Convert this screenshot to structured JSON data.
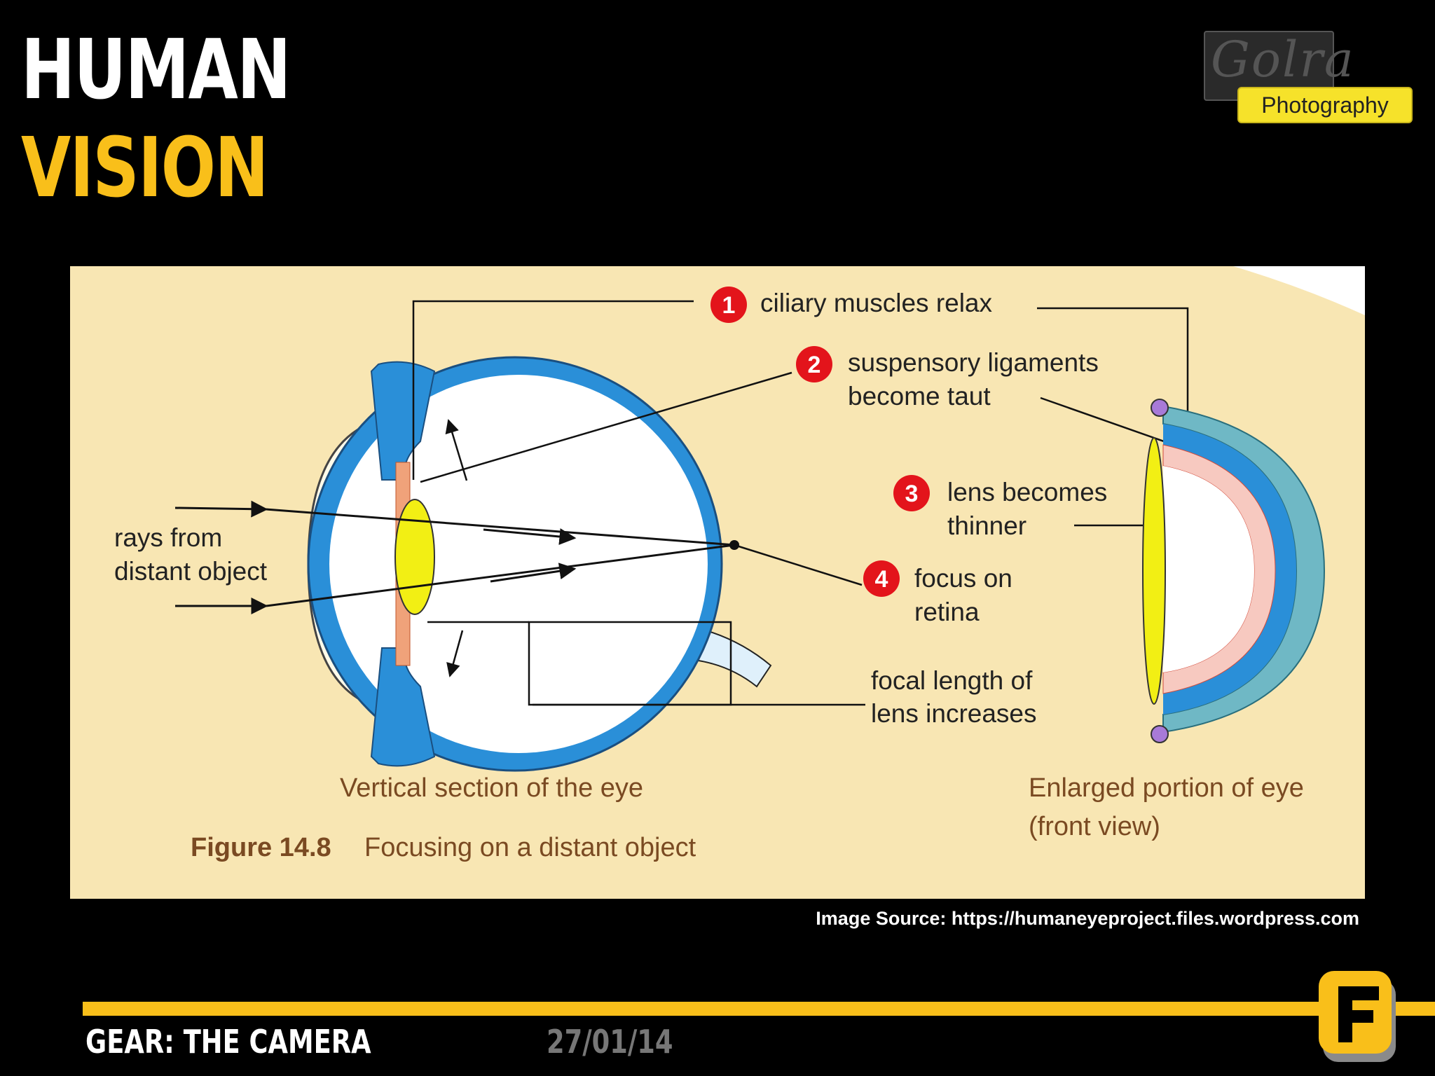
{
  "slide": {
    "title_line1": "HUMAN",
    "title_line2": "VISION",
    "logo_script": "Golra",
    "logo_tag": "Photography",
    "image_source": "Image Source: https://humaneyeproject.files.wordpress.com",
    "footer_left": "GEAR: THE CAMERA",
    "footer_date": "27/01/14"
  },
  "figure": {
    "labels": {
      "n1": "1",
      "n2": "2",
      "n3": "3",
      "n4": "4",
      "ciliary": "ciliary muscles relax",
      "susp1": "suspensory ligaments",
      "susp2": "become taut",
      "lens1": "lens becomes",
      "lens2": "thinner",
      "focus1": "focus on",
      "focus2": "retina",
      "focal1": "focal length of",
      "focal2": "lens increases",
      "rays1": "rays from",
      "rays2": "distant object",
      "vertical": "Vertical section of the eye",
      "enlarged1": "Enlarged portion of eye",
      "enlarged2": "(front view)",
      "fig_num": "Figure 14.8",
      "fig_caption": "Focusing on a distant object"
    }
  },
  "colors": {
    "accent": "#f9bf1a",
    "figure_bg": "#f8e6b3",
    "eye_blue": "#2a8fd8",
    "lens_yellow": "#f2ef14",
    "badge_red": "#e3141b",
    "caption_brown": "#7a4a22"
  }
}
